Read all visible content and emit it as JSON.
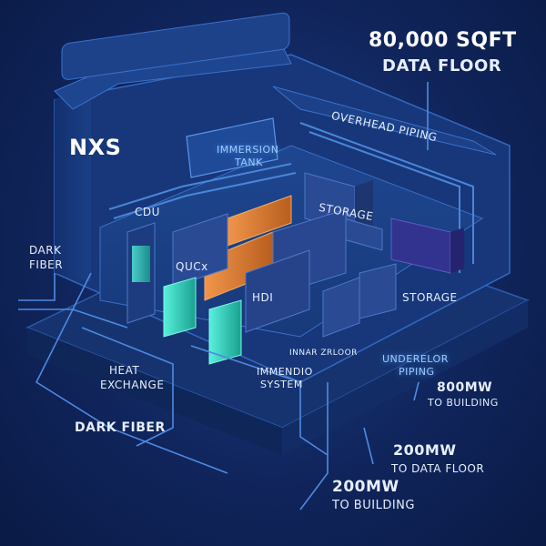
{
  "title": {
    "line1": "80,000 SQFT",
    "line2": "DATA FLOOR"
  },
  "labels": {
    "brand": "NXS",
    "immersion_tank_1": "IMMERSION",
    "immersion_tank_2": "TANK",
    "overhead_piping": "OVERHEAD PIPING",
    "cdu": "CDU",
    "storage_top": "STORAGE",
    "storage_right": "STORAGE",
    "qucx": "QUCx",
    "hdi": "HDI",
    "dark_fiber_left_1": "DARK",
    "dark_fiber_left_2": "FIBER",
    "heat_exchange_1": "HEAT",
    "heat_exchange_2": "EXCHANGE",
    "inner_floor": "INNAR ZRLOOR",
    "immersion_system_1": "IMMENDIO",
    "immersion_system_2": "SYSTEM",
    "underfloor_piping_1": "UNDERELOR",
    "underfloor_piping_2": "PIPING",
    "power_800_1": "800MW",
    "power_800_2": "TO BUILDING",
    "dark_fiber_bottom": "DARK FIBER",
    "power_200_floor_1": "200MW",
    "power_200_floor_2": "TO DATA FLOOR",
    "power_200_building_1": "200MW",
    "power_200_building_2": "TO BUILDING"
  },
  "colors": {
    "background": "#10255c",
    "building": "#1a3a7c",
    "rack_blue": "#2b4a94",
    "rack_orange": "#d9782e",
    "rack_teal": "#2fd6c2",
    "pipe": "#4a86d8"
  }
}
